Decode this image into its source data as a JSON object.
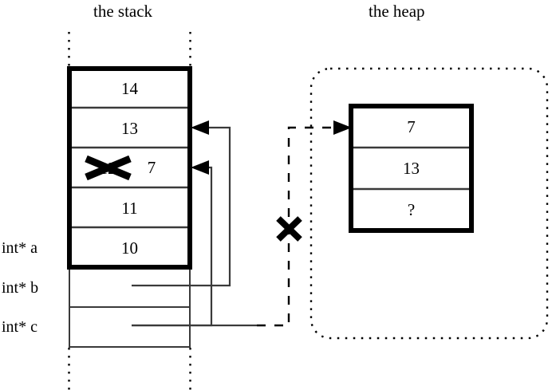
{
  "diagram": {
    "type": "memory-model",
    "titles": {
      "stack": "the stack",
      "heap": "the heap"
    },
    "stack": {
      "allocated_cells": [
        {
          "value": "14",
          "crossed_out": false
        },
        {
          "value": "13",
          "crossed_out": false
        },
        {
          "value": "12",
          "crossed_out": true,
          "replacement": "7"
        },
        {
          "value": "11",
          "crossed_out": false
        },
        {
          "value": "10",
          "crossed_out": false
        }
      ],
      "pointer_cells": [
        {
          "label": "int* a",
          "value": ""
        },
        {
          "label": "int* b",
          "value": ""
        },
        {
          "label": "int* c",
          "value": ""
        }
      ],
      "labels": [
        "int* a",
        "int* b",
        "int* c"
      ]
    },
    "heap": {
      "cells": [
        {
          "value": "7"
        },
        {
          "value": "13"
        },
        {
          "value": "?"
        }
      ]
    },
    "annotations": [
      {
        "name": "crossed-value-x",
        "over": "12",
        "replacement": "7"
      },
      {
        "name": "broken-pointer-x",
        "over": "int* c dashed pointer to heap"
      }
    ],
    "colors": {
      "stroke": "#000000",
      "thin_stroke": "#3a3a3a",
      "background": "#ffffff"
    }
  }
}
